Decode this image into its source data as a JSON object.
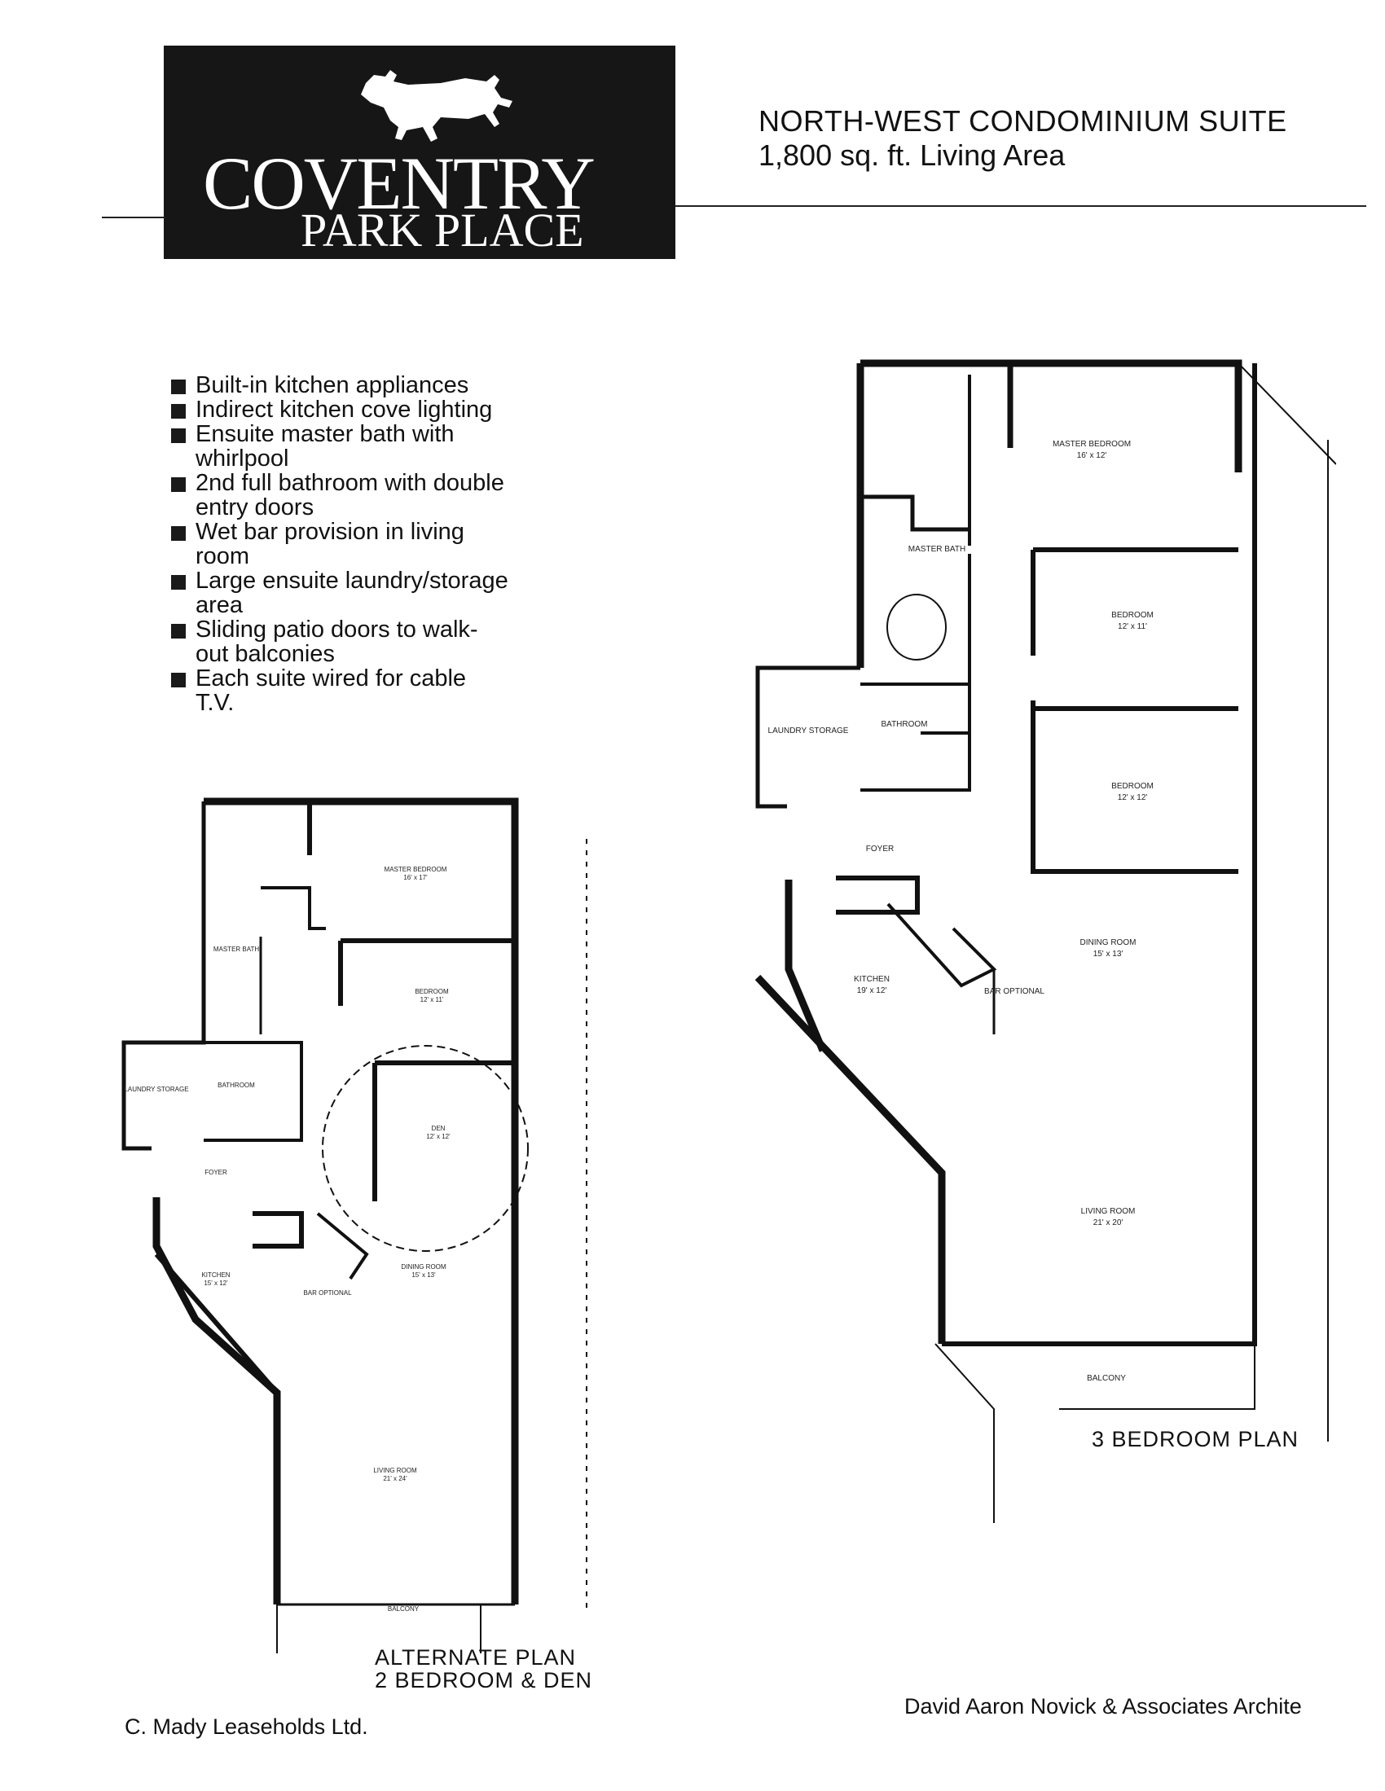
{
  "logo": {
    "wordmark_line1": "COVENTRY",
    "wordmark_line2": "PARK PLACE"
  },
  "header": {
    "title": "NORTH-WEST CONDOMINIUM SUITE",
    "subtitle": "1,800 sq. ft. Living Area"
  },
  "features": [
    "Built-in kitchen appliances",
    "Indirect kitchen cove lighting",
    "Ensuite master bath with whirlpool",
    "2nd full bathroom with double entry doors",
    "Wet bar provision in living room",
    "Large ensuite laundry/storage area",
    "Sliding patio doors to walk-out balconies",
    "Each suite wired for cable T.V."
  ],
  "plan_3br": {
    "caption": "3 BEDROOM PLAN",
    "rooms": {
      "master_bedroom": "MASTER BEDROOM",
      "master_bedroom_size": "16' x 12'",
      "master_bath": "MASTER BATH",
      "bedroom2": "BEDROOM",
      "bedroom2_size": "12' x 11'",
      "bedroom3": "BEDROOM",
      "bedroom3_size": "12' x 12'",
      "laundry": "LAUNDRY STORAGE",
      "bathroom": "BATHROOM",
      "foyer": "FOYER",
      "kitchen": "KITCHEN",
      "kitchen_size": "19' x 12'",
      "bar_optional": "BAR OPTIONAL",
      "dining": "DINING ROOM",
      "dining_size": "15' x 13'",
      "living": "LIVING ROOM",
      "living_size": "21' x 20'",
      "balcony": "BALCONY"
    }
  },
  "plan_alt": {
    "caption_line1": "ALTERNATE PLAN",
    "caption_line2": "2 BEDROOM & DEN",
    "rooms": {
      "master_bedroom": "MASTER BEDROOM",
      "master_bedroom_size": "16' x 17'",
      "master_bath": "MASTER BATH",
      "bedroom": "BEDROOM",
      "bedroom_size": "12' x 11'",
      "laundry": "LAUNDRY STORAGE",
      "bathroom": "BATHROOM",
      "den": "DEN",
      "den_size": "12' x 12'",
      "foyer": "FOYER",
      "kitchen": "KITCHEN",
      "kitchen_size": "15' x 12'",
      "bar_optional": "BAR OPTIONAL",
      "dining": "DINING ROOM",
      "dining_size": "15' x 13'",
      "living": "LIVING ROOM",
      "living_size": "21' x 24'",
      "balcony": "BALCONY"
    }
  },
  "footer": {
    "left": "C. Mady Leaseholds Ltd.",
    "right": "David Aaron Novick & Associates Archite"
  }
}
